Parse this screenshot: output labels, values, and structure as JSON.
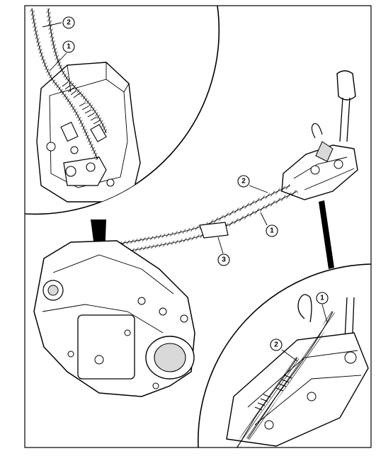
{
  "callouts": {
    "top_inset": {
      "cable_2": "2",
      "cable_1": "1"
    },
    "main": {
      "cable_2": "2",
      "cable_1": "1",
      "clip_3": "3"
    },
    "bottom_inset": {
      "cable_1": "1",
      "cable_2": "2"
    }
  },
  "icons": {
    "gear_lever": "gear-shift-lever-drawing",
    "gearbox": "manual-transaxle-drawing",
    "cables": "selector-and-shift-cables-drawing"
  },
  "colors": {
    "line": "#000000",
    "paper": "#ffffff",
    "shade": "#d9d9d9"
  }
}
